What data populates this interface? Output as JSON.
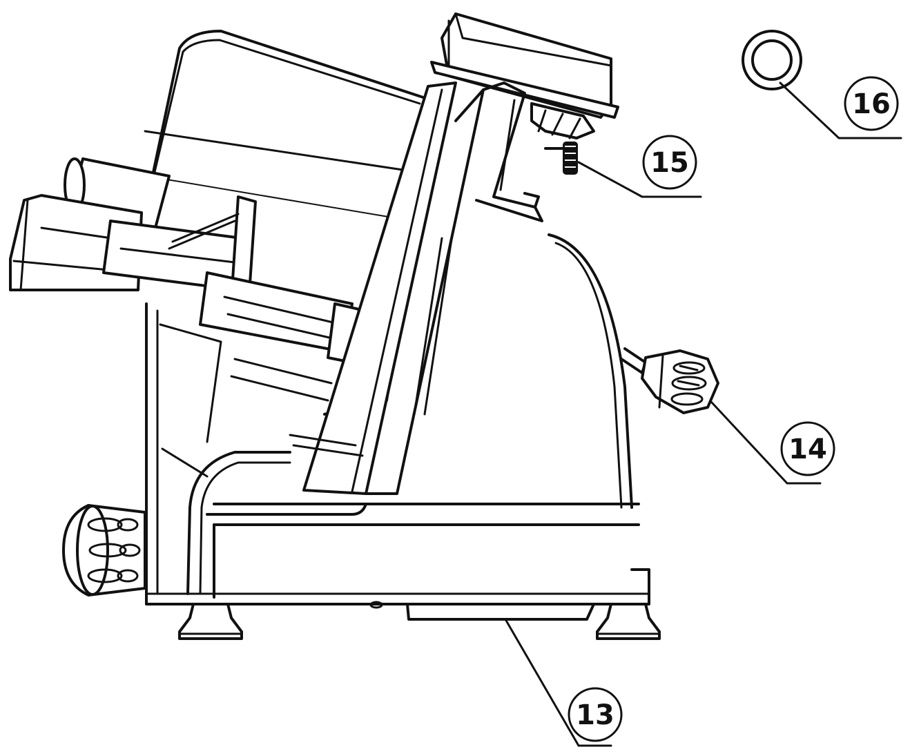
{
  "diagram": {
    "ink_color": "#111111",
    "background_color": "#ffffff",
    "callouts": [
      {
        "id": "13",
        "label": "13"
      },
      {
        "id": "14",
        "label": "14"
      },
      {
        "id": "15",
        "label": "15"
      },
      {
        "id": "16",
        "label": "16"
      }
    ]
  }
}
